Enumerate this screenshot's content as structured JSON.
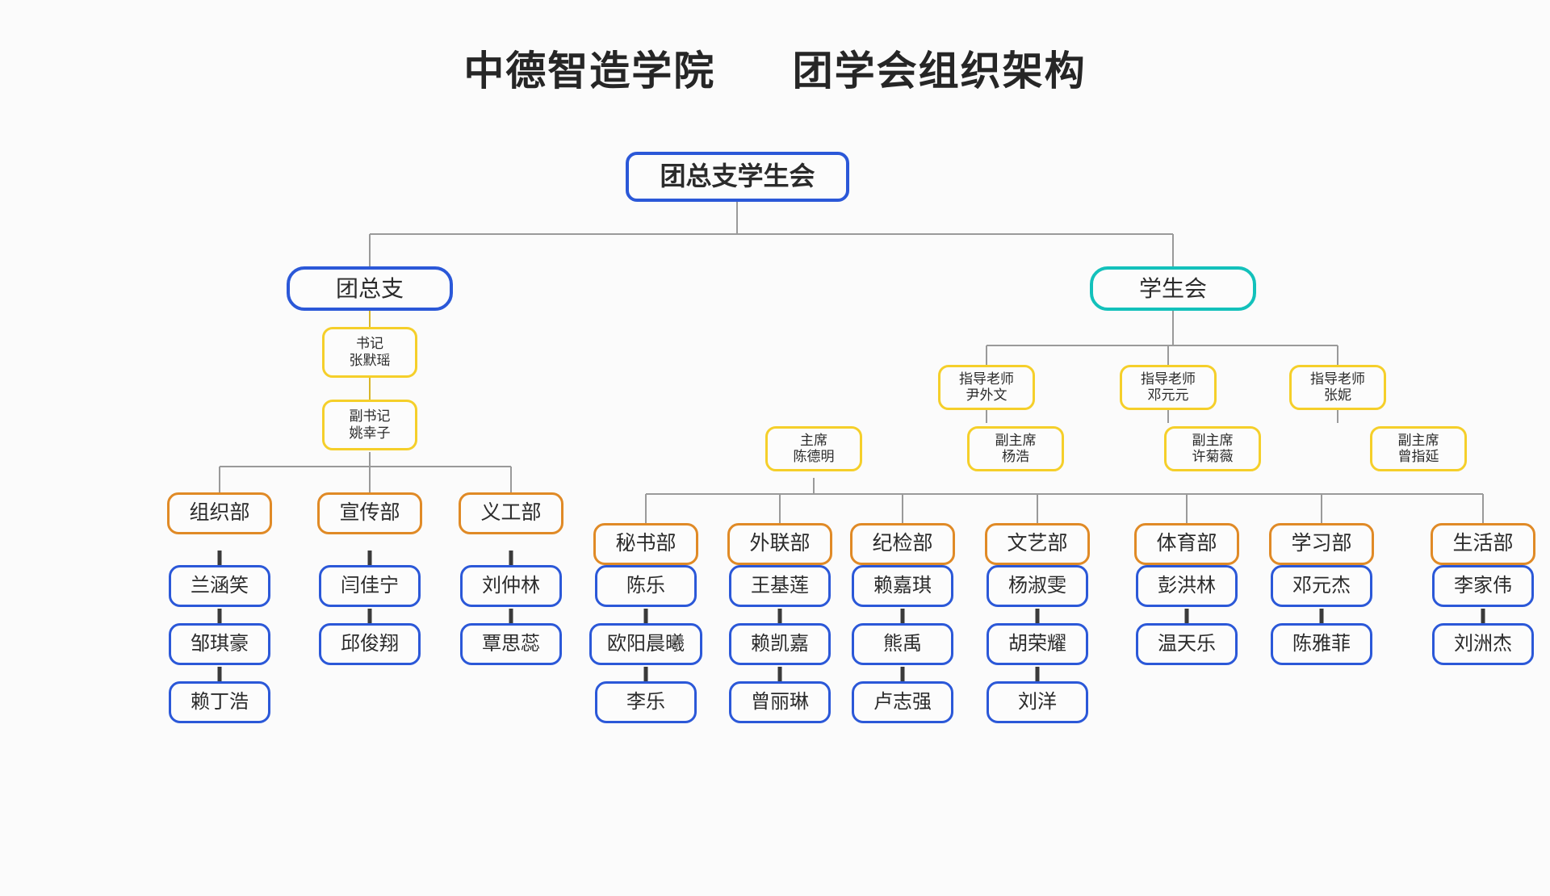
{
  "title": "中德智造学院      团学会组织架构",
  "colors": {
    "root_border": "#2b58d8",
    "league_border": "#2b58d8",
    "union_border": "#13c1bb",
    "officer_border": "#f5cf2a",
    "department_border": "#e08a26",
    "member_border": "#2b58d8",
    "connector": "#9a9a9a",
    "member_connector": "#3a3a3a",
    "background": "#fbfbfb",
    "text": "#2b2b2b"
  },
  "chart_data": {
    "type": "diagram",
    "title": "中德智造学院      团学会组织架构",
    "root": {
      "label": "团总支学生会"
    },
    "branches": [
      {
        "name": "团总支",
        "label": "团总支",
        "officers": [
          {
            "role": "书记",
            "person": "张默瑶"
          },
          {
            "role": "副书记",
            "person": "姚幸子"
          }
        ],
        "departments": [
          {
            "label": "组织部",
            "members": [
              "兰涵笑",
              "邹琪豪",
              "赖丁浩"
            ]
          },
          {
            "label": "宣传部",
            "members": [
              "闫佳宁",
              "邱俊翔"
            ]
          },
          {
            "label": "义工部",
            "members": [
              "刘仲林",
              "覃思蕊"
            ]
          }
        ]
      },
      {
        "name": "学生会",
        "label": "学生会",
        "advisors": [
          {
            "role": "指导老师",
            "person": "尹外文"
          },
          {
            "role": "指导老师",
            "person": "邓元元"
          },
          {
            "role": "指导老师",
            "person": "张妮"
          }
        ],
        "officers": [
          {
            "role": "主席",
            "person": "陈德明"
          },
          {
            "role": "副主席",
            "person": "杨浩"
          },
          {
            "role": "副主席",
            "person": "许菊薇"
          },
          {
            "role": "副主席",
            "person": "曾指延"
          }
        ],
        "departments": [
          {
            "label": "秘书部",
            "members": [
              "陈乐",
              "欧阳晨曦",
              "李乐"
            ]
          },
          {
            "label": "外联部",
            "members": [
              "王基莲",
              "赖凯嘉",
              "曾丽琳"
            ]
          },
          {
            "label": "纪检部",
            "members": [
              "赖嘉琪",
              "熊禹",
              "卢志强"
            ]
          },
          {
            "label": "文艺部",
            "members": [
              "杨淑雯",
              "胡荣耀",
              "刘洋"
            ]
          },
          {
            "label": "体育部",
            "members": [
              "彭洪林",
              "温天乐"
            ]
          },
          {
            "label": "学习部",
            "members": [
              "邓元杰",
              "陈雅菲"
            ]
          },
          {
            "label": "生活部",
            "members": [
              "李家伟",
              "刘洲杰"
            ]
          }
        ]
      }
    ]
  },
  "nodes": {
    "root": "团总支学生会",
    "league": "团总支",
    "union": "学生会",
    "league_officer_1": "书记\n张默瑶",
    "league_officer_2": "副书记\n姚幸子",
    "league_dept_1": "组织部",
    "league_dept_1_m1": "兰涵笑",
    "league_dept_1_m2": "邹琪豪",
    "league_dept_1_m3": "赖丁浩",
    "league_dept_2": "宣传部",
    "league_dept_2_m1": "闫佳宁",
    "league_dept_2_m2": "邱俊翔",
    "league_dept_3": "义工部",
    "league_dept_3_m1": "刘仲林",
    "league_dept_3_m2": "覃思蕊",
    "advisor_1": "指导老师\n尹外文",
    "advisor_2": "指导老师\n邓元元",
    "advisor_3": "指导老师\n张妮",
    "chair_1": "主席\n陈德明",
    "chair_2": "副主席\n杨浩",
    "chair_3": "副主席\n许菊薇",
    "chair_4": "副主席\n曾指延",
    "union_dept_1": "秘书部",
    "union_dept_1_m1": "陈乐",
    "union_dept_1_m2": "欧阳晨曦",
    "union_dept_1_m3": "李乐",
    "union_dept_2": "外联部",
    "union_dept_2_m1": "王基莲",
    "union_dept_2_m2": "赖凯嘉",
    "union_dept_2_m3": "曾丽琳",
    "union_dept_3": "纪检部",
    "union_dept_3_m1": "赖嘉琪",
    "union_dept_3_m2": "熊禹",
    "union_dept_3_m3": "卢志强",
    "union_dept_4": "文艺部",
    "union_dept_4_m1": "杨淑雯",
    "union_dept_4_m2": "胡荣耀",
    "union_dept_4_m3": "刘洋",
    "union_dept_5": "体育部",
    "union_dept_5_m1": "彭洪林",
    "union_dept_5_m2": "温天乐",
    "union_dept_6": "学习部",
    "union_dept_6_m1": "邓元杰",
    "union_dept_6_m2": "陈雅菲",
    "union_dept_7": "生活部",
    "union_dept_7_m1": "李家伟",
    "union_dept_7_m2": "刘洲杰"
  }
}
